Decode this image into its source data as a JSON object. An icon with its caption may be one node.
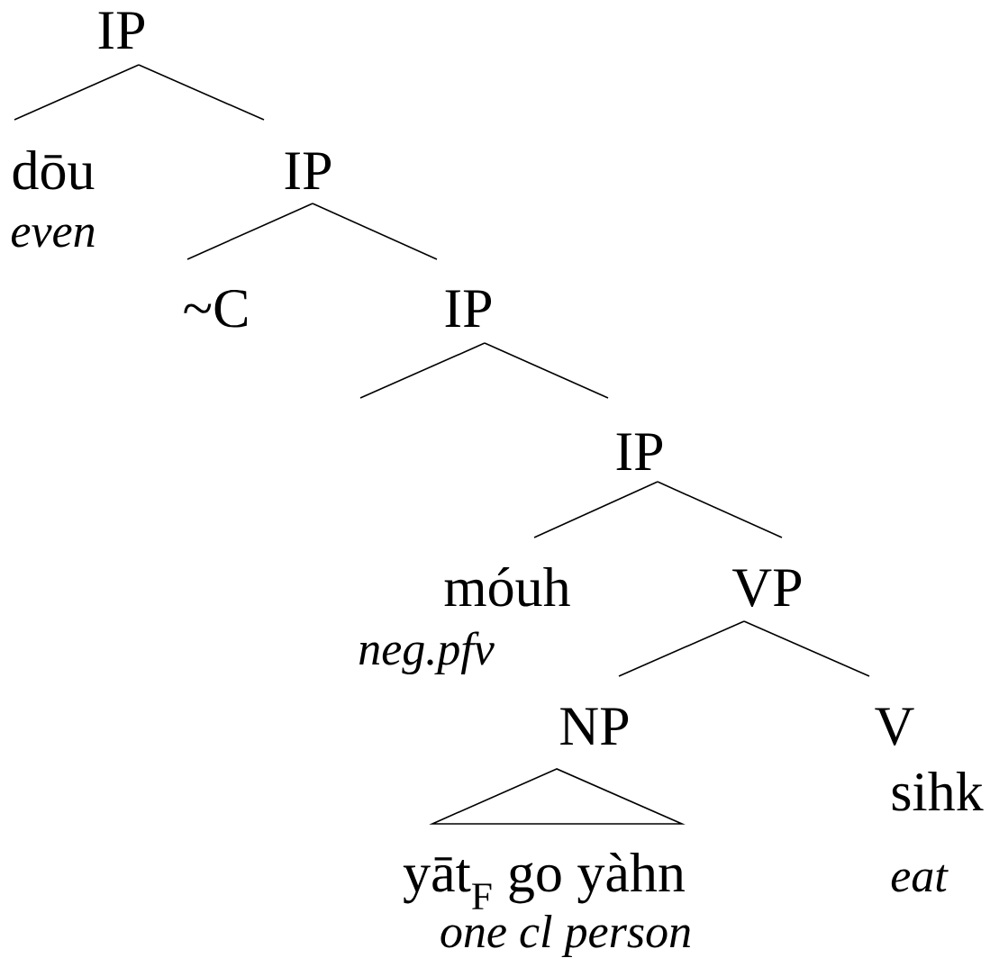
{
  "diagram": {
    "nodes": [
      {
        "text": [
          "IP"
        ]
      },
      {
        "text": [
          "dōu",
          "even"
        ]
      },
      {
        "text": [
          "IP"
        ]
      },
      {
        "text": [
          "~C"
        ]
      },
      {
        "text": [
          "IP"
        ]
      },
      {
        "text": [
          "IP"
        ]
      },
      {
        "text": [
          "móuh",
          "neg.pfv"
        ]
      },
      {
        "text": [
          "VP"
        ]
      },
      {
        "text": [
          "NP"
        ]
      },
      {
        "text": [
          "yāt$_{F}$ go yàhn",
          "one cl person"
        ]
      },
      {
        "text": [
          "V",
          "sihk",
          "eat"
        ]
      }
    ],
    "edges": [
      {
        "from": 0,
        "to": 1,
        "arrow": "none"
      },
      {
        "from": 0,
        "to": 2,
        "arrow": "none"
      },
      {
        "from": 2,
        "to": 3,
        "arrow": "none"
      },
      {
        "from": 2,
        "to": 4,
        "arrow": "none"
      },
      {
        "from": 4,
        "to": null,
        "arrow": "none"
      },
      {
        "from": 4,
        "to": 5,
        "arrow": "none"
      },
      {
        "from": 5,
        "to": 6,
        "arrow": "none"
      },
      {
        "from": 5,
        "to": 7,
        "arrow": "none"
      },
      {
        "from": 7,
        "to": 8,
        "arrow": "none"
      },
      {
        "from": 7,
        "to": 10,
        "arrow": "none"
      },
      {
        "from": 8,
        "to": 9,
        "arrow": "none"
      }
    ]
  }
}
